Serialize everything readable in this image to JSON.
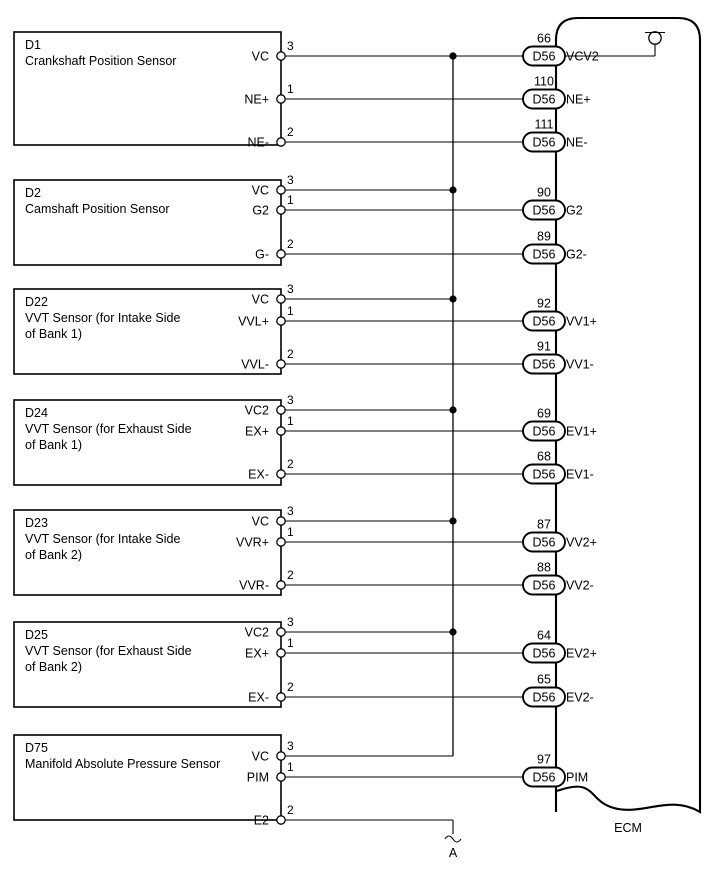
{
  "diagram": {
    "type": "automotive-wiring-diagram",
    "ecm": {
      "label": "ECM",
      "connector_code": "D56",
      "top_terminal": {
        "signal": "VCV2",
        "pin": "66",
        "connector": "D56",
        "symbol": "terminal-stud"
      }
    },
    "ground_reference": {
      "label": "A",
      "symbol": "wavy-line"
    },
    "sensors": [
      {
        "id": "D1",
        "name": "Crankshaft Position Sensor",
        "name_line2": "",
        "pins": [
          {
            "num": "3",
            "signal": "VC",
            "ecm_pin": "66",
            "ecm_signal": "VCV2",
            "connector": "D56",
            "bus": true
          },
          {
            "num": "1",
            "signal": "NE+",
            "ecm_pin": "110",
            "ecm_signal": "NE+",
            "connector": "D56",
            "bus": false
          },
          {
            "num": "2",
            "signal": "NE-",
            "ecm_pin": "111",
            "ecm_signal": "NE-",
            "connector": "D56",
            "bus": false
          }
        ]
      },
      {
        "id": "D2",
        "name": "Camshaft Position Sensor",
        "name_line2": "",
        "pins": [
          {
            "num": "3",
            "signal": "VC",
            "ecm_pin": "",
            "ecm_signal": "",
            "connector": "",
            "bus": true
          },
          {
            "num": "1",
            "signal": "G2",
            "ecm_pin": "90",
            "ecm_signal": "G2",
            "connector": "D56",
            "bus": false
          },
          {
            "num": "2",
            "signal": "G-",
            "ecm_pin": "89",
            "ecm_signal": "G2-",
            "connector": "D56",
            "bus": false
          }
        ]
      },
      {
        "id": "D22",
        "name": "VVT Sensor (for Intake Side",
        "name_line2": "of Bank 1)",
        "pins": [
          {
            "num": "3",
            "signal": "VC",
            "ecm_pin": "",
            "ecm_signal": "",
            "connector": "",
            "bus": true
          },
          {
            "num": "1",
            "signal": "VVL+",
            "ecm_pin": "92",
            "ecm_signal": "VV1+",
            "connector": "D56",
            "bus": false
          },
          {
            "num": "2",
            "signal": "VVL-",
            "ecm_pin": "91",
            "ecm_signal": "VV1-",
            "connector": "D56",
            "bus": false
          }
        ]
      },
      {
        "id": "D24",
        "name": "VVT Sensor (for Exhaust Side",
        "name_line2": "of Bank 1)",
        "pins": [
          {
            "num": "3",
            "signal": "VC2",
            "ecm_pin": "",
            "ecm_signal": "",
            "connector": "",
            "bus": true
          },
          {
            "num": "1",
            "signal": "EX+",
            "ecm_pin": "69",
            "ecm_signal": "EV1+",
            "connector": "D56",
            "bus": false
          },
          {
            "num": "2",
            "signal": "EX-",
            "ecm_pin": "68",
            "ecm_signal": "EV1-",
            "connector": "D56",
            "bus": false
          }
        ]
      },
      {
        "id": "D23",
        "name": "VVT Sensor (for Intake Side",
        "name_line2": "of Bank 2)",
        "pins": [
          {
            "num": "3",
            "signal": "VC",
            "ecm_pin": "",
            "ecm_signal": "",
            "connector": "",
            "bus": true
          },
          {
            "num": "1",
            "signal": "VVR+",
            "ecm_pin": "87",
            "ecm_signal": "VV2+",
            "connector": "D56",
            "bus": false
          },
          {
            "num": "2",
            "signal": "VVR-",
            "ecm_pin": "88",
            "ecm_signal": "VV2-",
            "connector": "D56",
            "bus": false
          }
        ]
      },
      {
        "id": "D25",
        "name": "VVT Sensor (for Exhaust Side",
        "name_line2": "of Bank 2)",
        "pins": [
          {
            "num": "3",
            "signal": "VC2",
            "ecm_pin": "",
            "ecm_signal": "",
            "connector": "",
            "bus": true
          },
          {
            "num": "1",
            "signal": "EX+",
            "ecm_pin": "64",
            "ecm_signal": "EV2+",
            "connector": "D56",
            "bus": false
          },
          {
            "num": "2",
            "signal": "EX-",
            "ecm_pin": "65",
            "ecm_signal": "EV2-",
            "connector": "D56",
            "bus": false
          }
        ]
      },
      {
        "id": "D75",
        "name": "Manifold Absolute Pressure Sensor",
        "name_line2": "",
        "pins": [
          {
            "num": "3",
            "signal": "VC",
            "ecm_pin": "",
            "ecm_signal": "",
            "connector": "",
            "bus": true
          },
          {
            "num": "1",
            "signal": "PIM",
            "ecm_pin": "97",
            "ecm_signal": "PIM",
            "connector": "D56",
            "bus": false
          },
          {
            "num": "2",
            "signal": "E2",
            "ecm_pin": "",
            "ecm_signal": "",
            "connector": "",
            "bus": false,
            "to_ground": true
          }
        ]
      }
    ]
  }
}
